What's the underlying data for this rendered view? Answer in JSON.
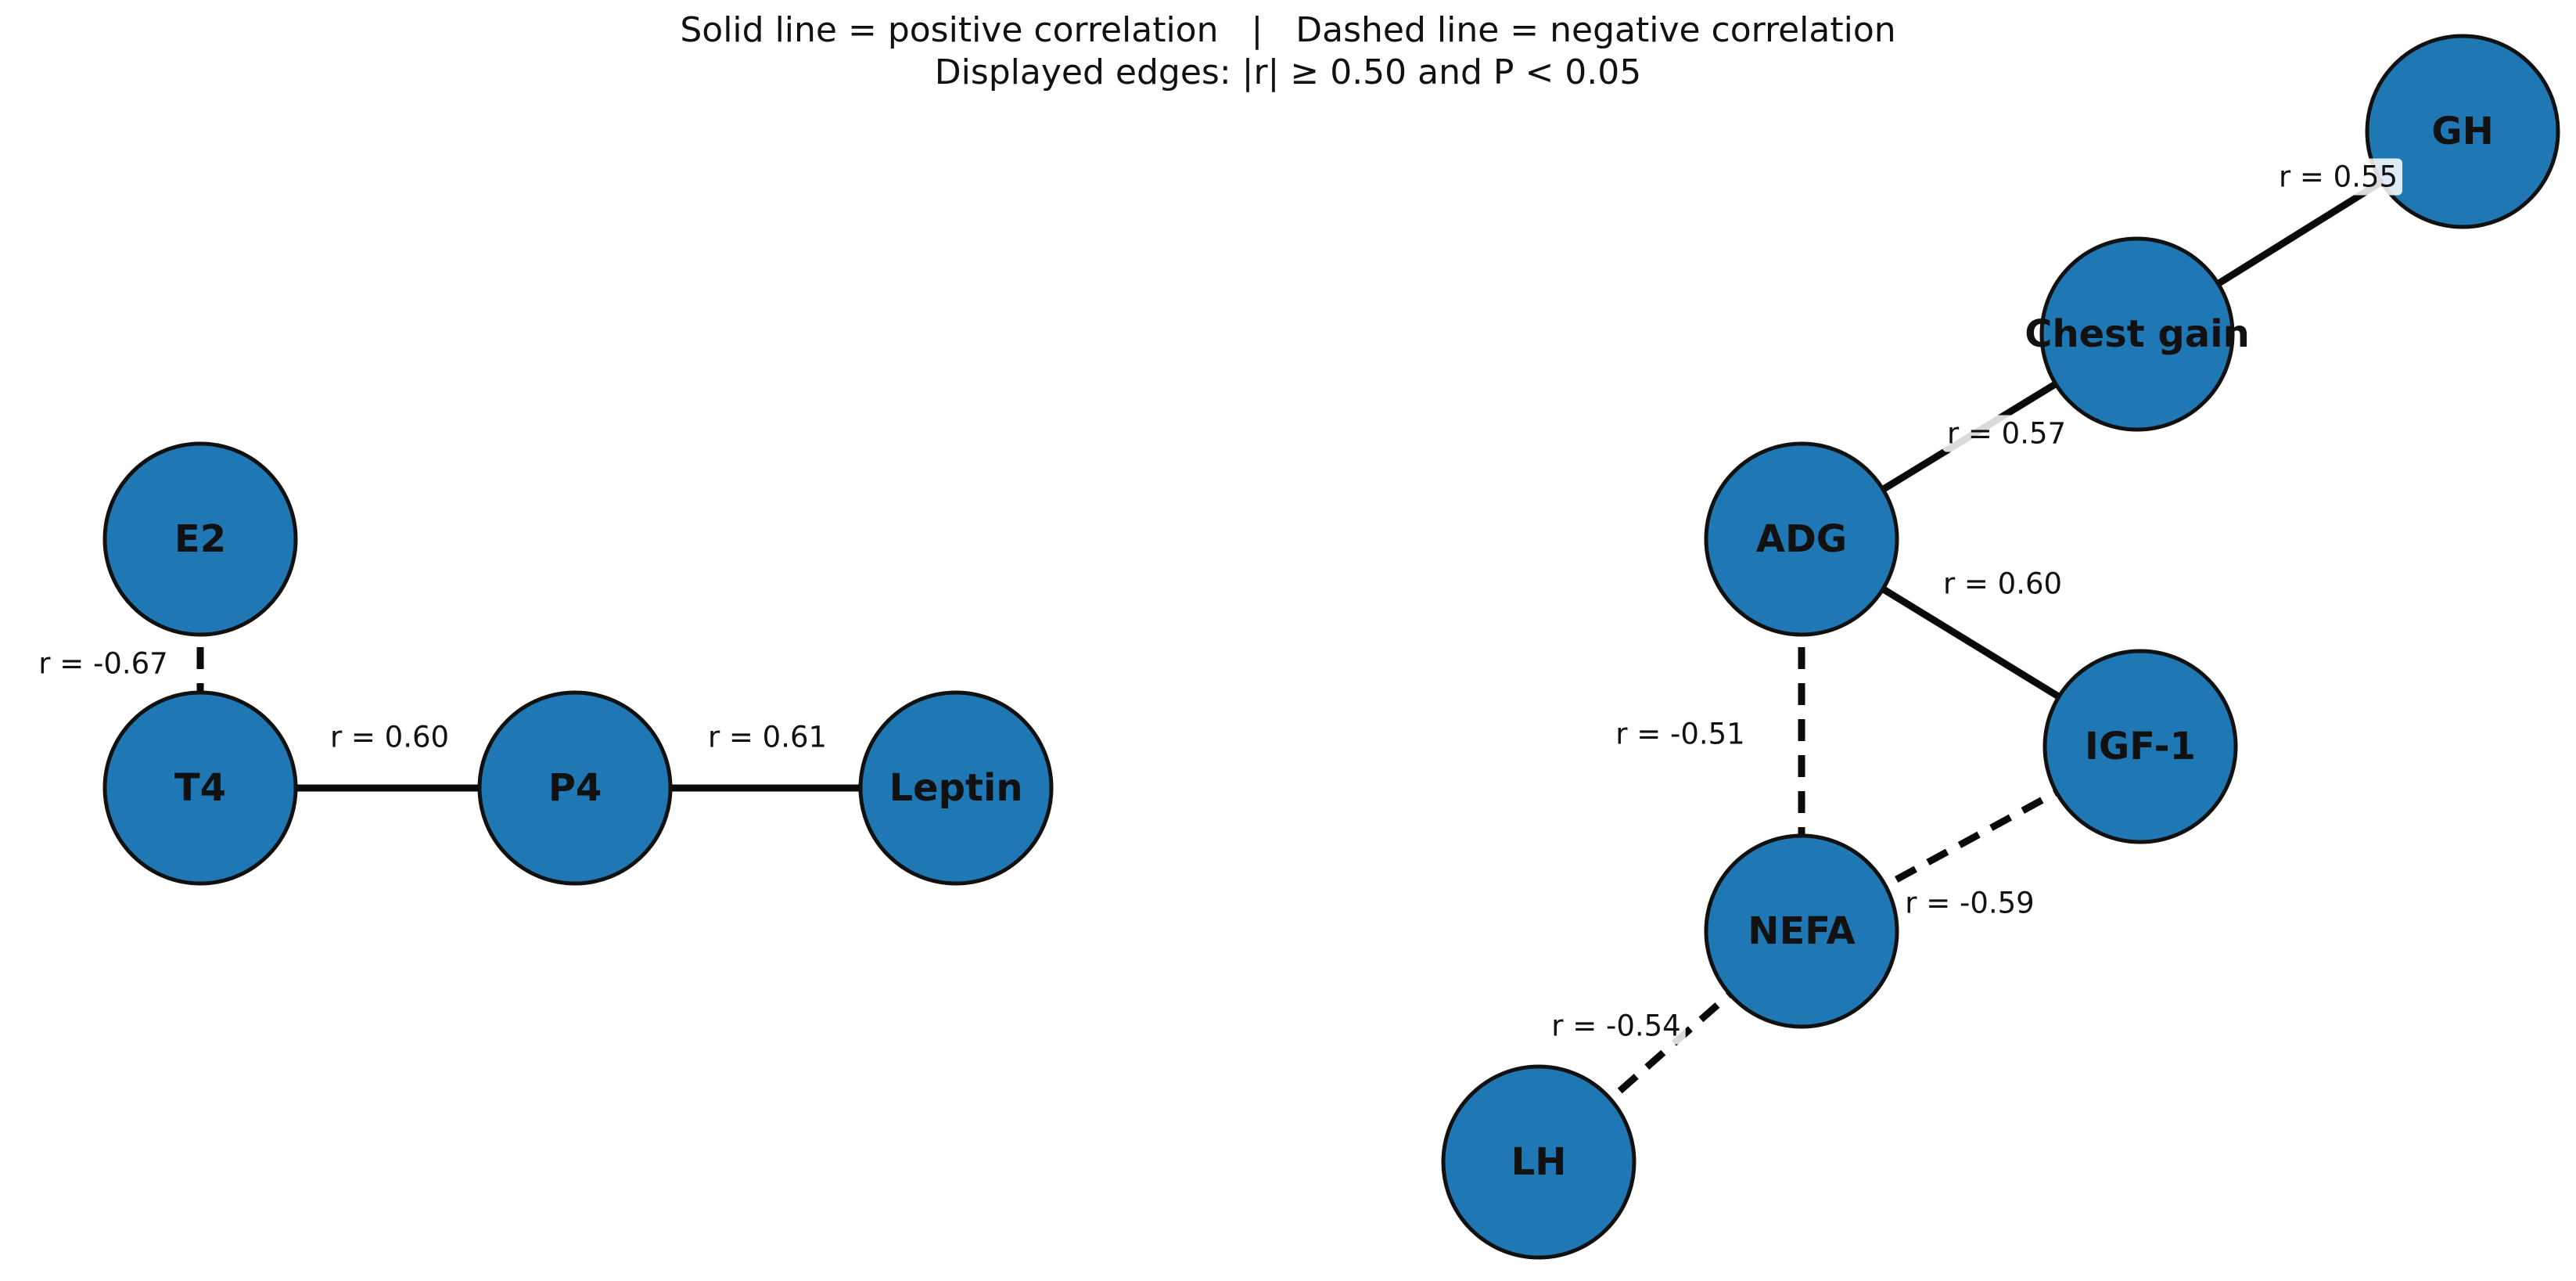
{
  "legend": {
    "line1": "Solid line = positive correlation   |   Dashed line = negative correlation",
    "line2": "Displayed edges: |r| ≥ 0.50 and P < 0.05"
  },
  "colors": {
    "node_fill": "#1f77b4",
    "node_stroke": "#111111",
    "edge": "#0a0a0a"
  },
  "nodes": [
    {
      "id": "E2",
      "label": "E2"
    },
    {
      "id": "T4",
      "label": "T4"
    },
    {
      "id": "P4",
      "label": "P4"
    },
    {
      "id": "Leptin",
      "label": "Leptin"
    },
    {
      "id": "GH",
      "label": "GH"
    },
    {
      "id": "ChestGain",
      "label": "Chest gain"
    },
    {
      "id": "ADG",
      "label": "ADG"
    },
    {
      "id": "IGF1",
      "label": "IGF-1"
    },
    {
      "id": "NEFA",
      "label": "NEFA"
    },
    {
      "id": "LH",
      "label": "LH"
    }
  ],
  "edges": [
    {
      "source": "E2",
      "target": "T4",
      "r": -0.67,
      "label": "r = -0.67"
    },
    {
      "source": "T4",
      "target": "P4",
      "r": 0.6,
      "label": "r = 0.60"
    },
    {
      "source": "P4",
      "target": "Leptin",
      "r": 0.61,
      "label": "r = 0.61"
    },
    {
      "source": "ChestGain",
      "target": "GH",
      "r": 0.55,
      "label": "r = 0.55"
    },
    {
      "source": "ADG",
      "target": "ChestGain",
      "r": 0.57,
      "label": "r = 0.57"
    },
    {
      "source": "ADG",
      "target": "IGF1",
      "r": 0.6,
      "label": "r = 0.60"
    },
    {
      "source": "ADG",
      "target": "NEFA",
      "r": -0.51,
      "label": "r = -0.51"
    },
    {
      "source": "NEFA",
      "target": "IGF1",
      "r": -0.59,
      "label": "r = -0.59"
    },
    {
      "source": "LH",
      "target": "NEFA",
      "r": -0.54,
      "label": "r = -0.54"
    }
  ]
}
